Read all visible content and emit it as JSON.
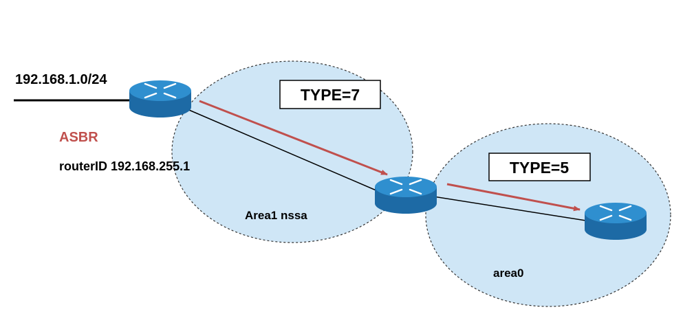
{
  "network_label": "192.168.1.0/24",
  "asbr_label": "ASBR",
  "router_id_label": "routerID 192.168.255.1",
  "area1_label": "Area1 nssa",
  "area0_label": "area0",
  "type7_label": "TYPE=7",
  "type5_label": "TYPE=5",
  "routers": [
    {
      "name": "asbr-router",
      "icon": "router-icon"
    },
    {
      "name": "abr-router",
      "icon": "router-icon"
    },
    {
      "name": "area0-router",
      "icon": "router-icon"
    }
  ],
  "colors": {
    "area_fill": "#cfe6f6",
    "area_border": "#333333",
    "router_top": "#2f8fcf",
    "router_side": "#1d6aa5",
    "arrow": "#c0504d",
    "asbr_text": "#c0504d",
    "text": "#000000"
  }
}
